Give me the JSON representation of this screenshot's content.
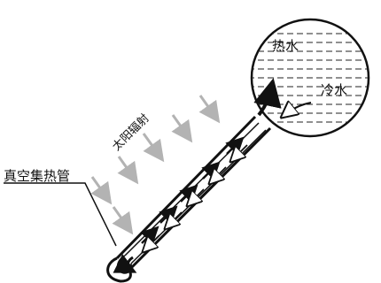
{
  "labels": {
    "hot_water": "热水",
    "cold_water": "冷水",
    "solar_radiation": "太阳辐射",
    "vacuum_tube": "真空集热管"
  },
  "colors": {
    "stroke": "#111111",
    "background": "#ffffff",
    "sun_arrow": "#b3b3b3"
  },
  "flow": {
    "up_direction": "hot-water-rising",
    "down_direction": "cold-water-sinking"
  }
}
